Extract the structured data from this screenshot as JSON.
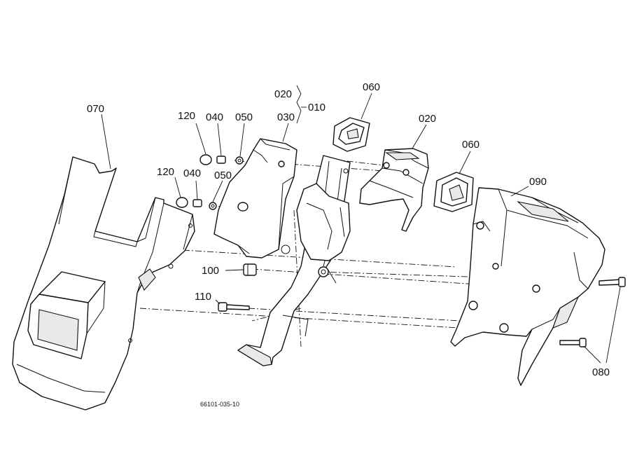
{
  "labels": {
    "p070": "070",
    "p120a": "120",
    "p040a": "040",
    "p050a": "050",
    "p020a": "020",
    "p030": "030",
    "p010": "010",
    "p060a": "060",
    "p020b": "020",
    "p060b": "060",
    "p090": "090",
    "p120b": "120",
    "p040b": "040",
    "p050b": "050",
    "p100": "100",
    "p110": "110",
    "p080": "080"
  },
  "drawing_code": "66101-035-10",
  "colors": {
    "line": "#111111",
    "background": "#ffffff",
    "shade": "#e9e9e9"
  }
}
